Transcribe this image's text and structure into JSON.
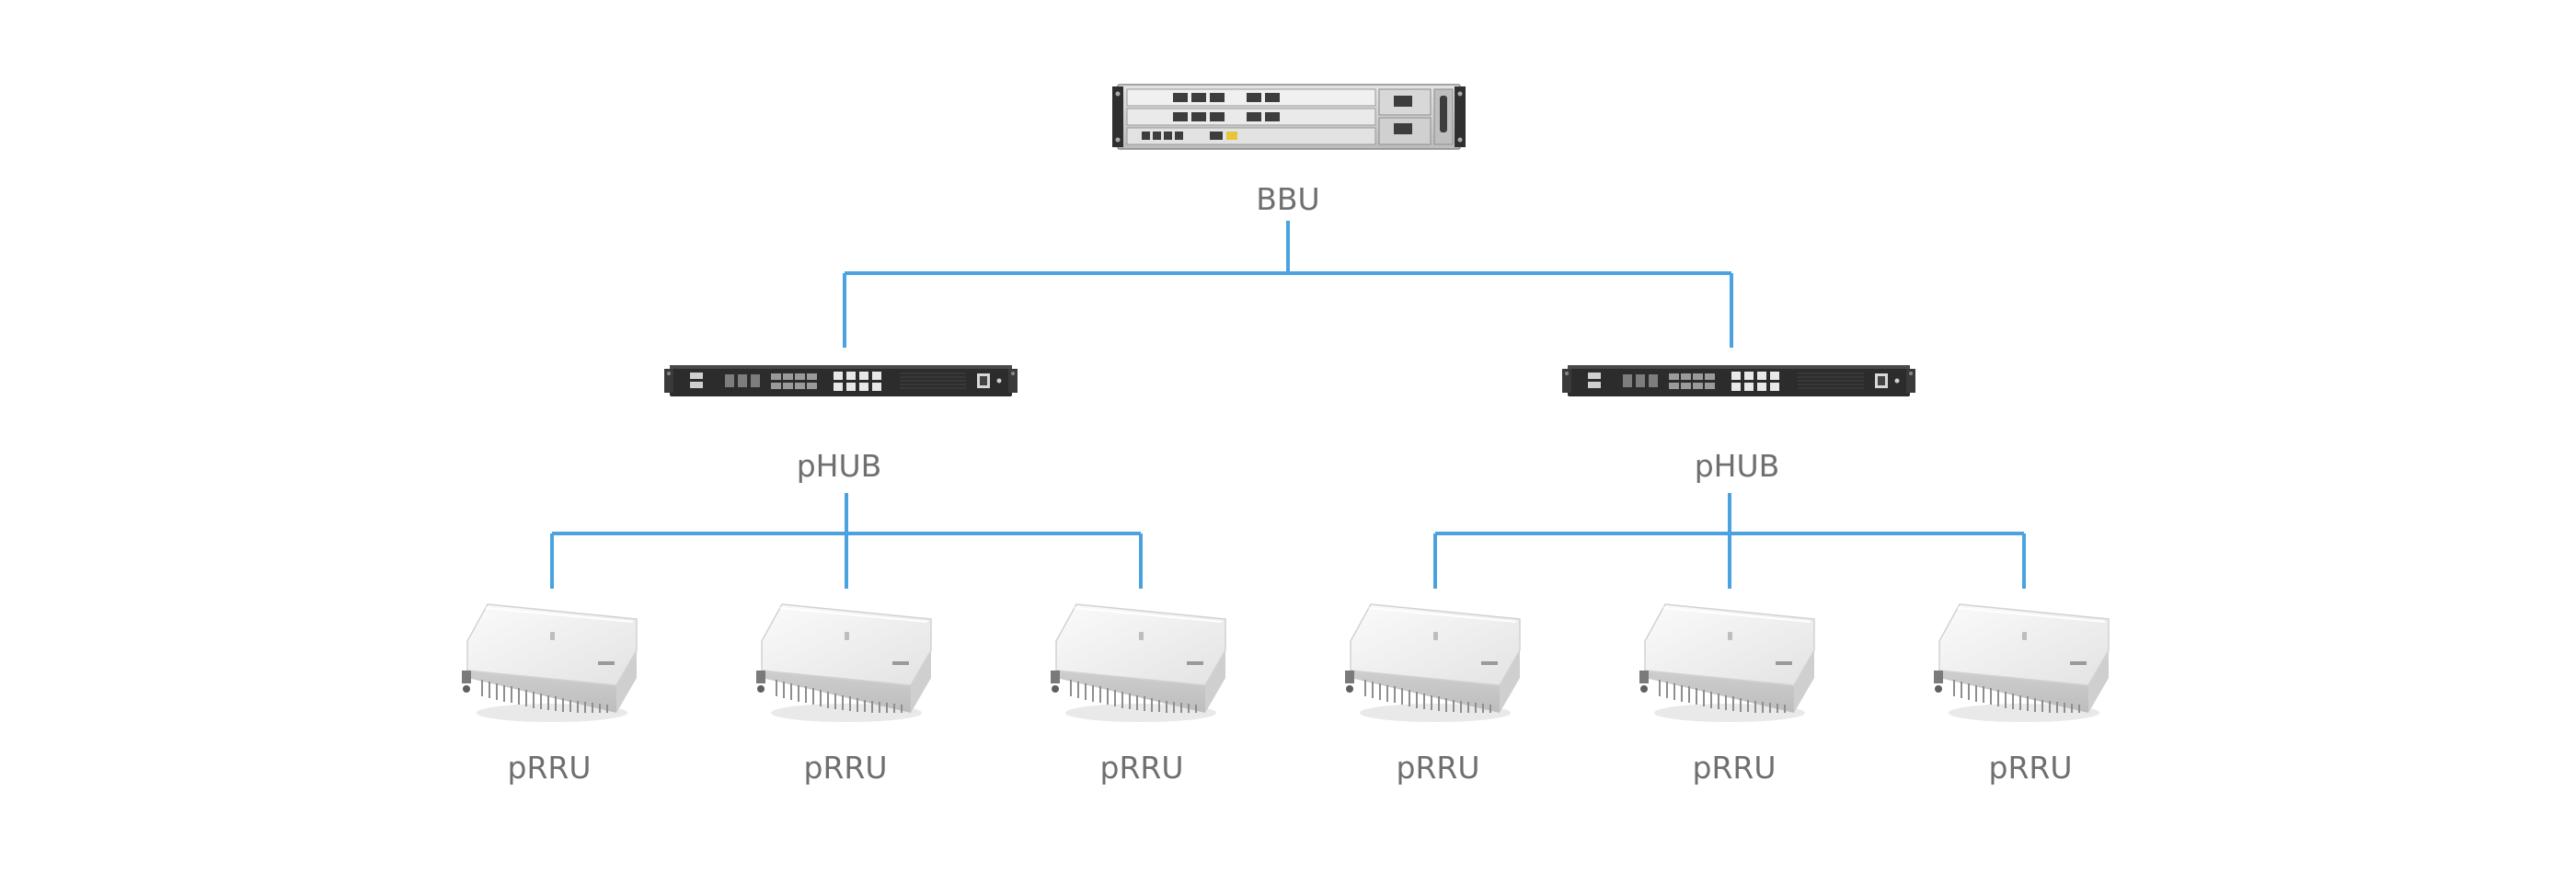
{
  "diagram": {
    "connector_color": "#4aa3df",
    "nodes": {
      "bbu": {
        "label": "BBU"
      },
      "phub_1": {
        "label": "pHUB"
      },
      "phub_2": {
        "label": "pHUB"
      },
      "prru_1": {
        "label": "pRRU"
      },
      "prru_2": {
        "label": "pRRU"
      },
      "prru_3": {
        "label": "pRRU"
      },
      "prru_4": {
        "label": "pRRU"
      },
      "prru_5": {
        "label": "pRRU"
      },
      "prru_6": {
        "label": "pRRU"
      }
    },
    "edges": [
      [
        "bbu",
        "phub_1"
      ],
      [
        "bbu",
        "phub_2"
      ],
      [
        "phub_1",
        "prru_1"
      ],
      [
        "phub_1",
        "prru_2"
      ],
      [
        "phub_1",
        "prru_3"
      ],
      [
        "phub_2",
        "prru_4"
      ],
      [
        "phub_2",
        "prru_5"
      ],
      [
        "phub_2",
        "prru_6"
      ]
    ]
  }
}
